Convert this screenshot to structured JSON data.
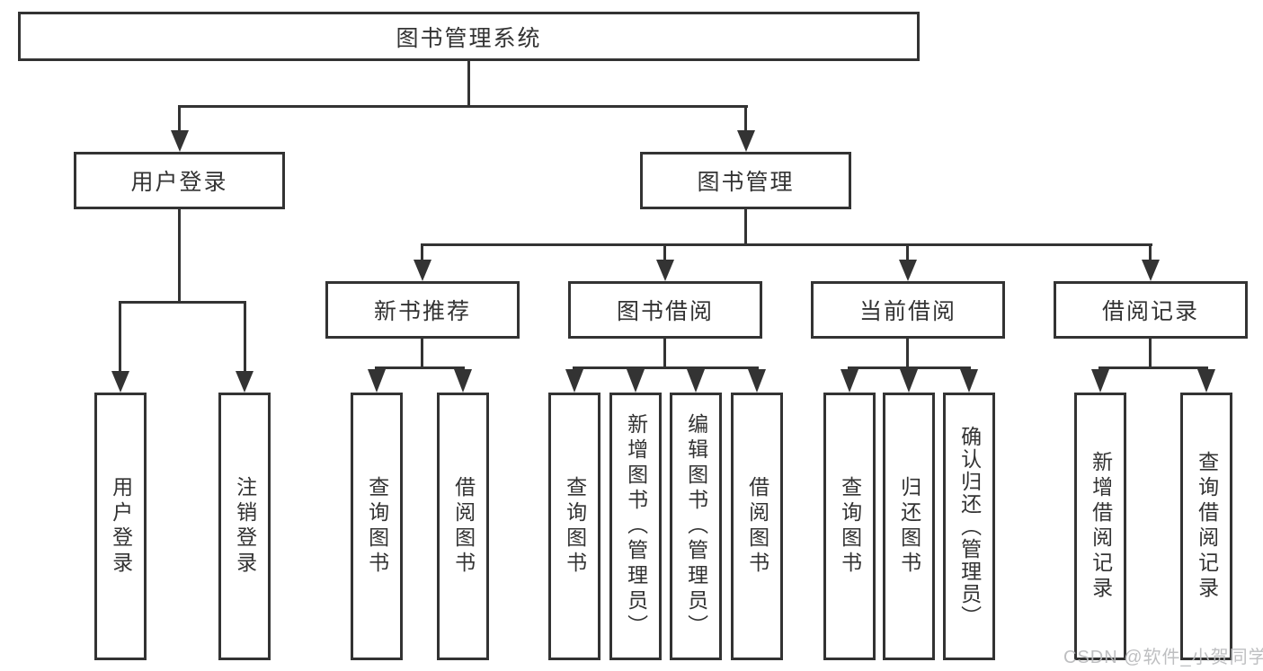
{
  "diagram": {
    "type": "hierarchy-tree",
    "nodes": {
      "root": {
        "label": "图书管理系统"
      },
      "user_login": {
        "label": "用户登录"
      },
      "book_management": {
        "label": "图书管理"
      },
      "new_book_recommend": {
        "label": "新书推荐"
      },
      "book_borrowing": {
        "label": "图书借阅"
      },
      "current_borrowing": {
        "label": "当前借阅"
      },
      "borrowing_records": {
        "label": "借阅记录"
      },
      "leaf_user_login": {
        "label": "用户登录"
      },
      "leaf_logout": {
        "label": "注销登录"
      },
      "leaf_query_book_recommend": {
        "label": "查询图书"
      },
      "leaf_borrow_book_recommend": {
        "label": "借阅图书"
      },
      "leaf_query_book_borrowing": {
        "label": "查询图书"
      },
      "leaf_add_book": {
        "label": "新增图书（管理员）"
      },
      "leaf_edit_book": {
        "label": "编辑图书（管理员）"
      },
      "leaf_borrow_book_borrowing": {
        "label": "借阅图书"
      },
      "leaf_query_book_current": {
        "label": "查询图书"
      },
      "leaf_return_book": {
        "label": "归还图书"
      },
      "leaf_confirm_return": {
        "label": "确认归还（管理员）"
      },
      "leaf_add_borrow_record": {
        "label": "新增借阅记录"
      },
      "leaf_query_borrow_record": {
        "label": "查询借阅记录"
      }
    },
    "hierarchy": {
      "图书管理系统": [
        "用户登录",
        "图书管理"
      ],
      "用户登录": [
        "用户登录",
        "注销登录"
      ],
      "图书管理": [
        "新书推荐",
        "图书借阅",
        "当前借阅",
        "借阅记录"
      ],
      "新书推荐": [
        "查询图书",
        "借阅图书"
      ],
      "图书借阅": [
        "查询图书",
        "新增图书（管理员）",
        "编辑图书（管理员）",
        "借阅图书"
      ],
      "当前借阅": [
        "查询图书",
        "归还图书",
        "确认归还（管理员）"
      ],
      "借阅记录": [
        "新增借阅记录",
        "查询借阅记录"
      ]
    },
    "colors": {
      "line": "#333333",
      "text": "#333333",
      "background": "#ffffff"
    }
  },
  "watermark": {
    "text": "CSDN @软件_小贺同学",
    "color": "#b9babc"
  }
}
